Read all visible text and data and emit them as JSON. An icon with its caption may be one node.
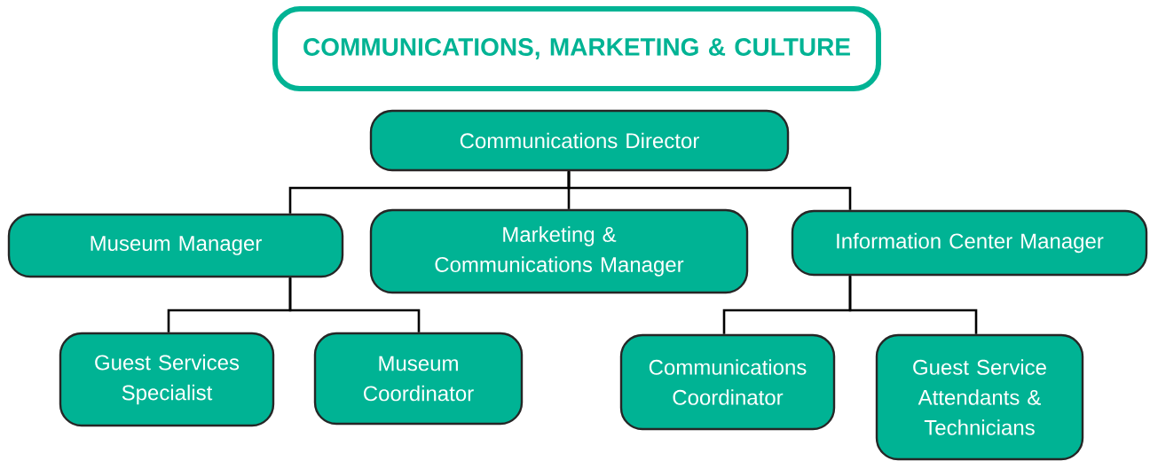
{
  "diagram": {
    "nodes": [
      {
        "text": [
          "COMMUNICATIONS, MARKETING & CULTURE"
        ]
      },
      {
        "text": [
          "Communications Director"
        ]
      },
      {
        "text": [
          "Museum Manager"
        ]
      },
      {
        "text": [
          "Marketing & Communications Manager"
        ]
      },
      {
        "text": [
          "Information Center Manager"
        ]
      },
      {
        "text": [
          "Guest Services Specialist"
        ]
      },
      {
        "text": [
          "Museum Coordinator"
        ]
      },
      {
        "text": [
          "Communications Coordinator"
        ]
      },
      {
        "text": [
          "Guest Service Attendants & Technicians"
        ]
      }
    ],
    "edges": [
      {
        "from": 1,
        "to": 2,
        "arrow": "none"
      },
      {
        "from": 1,
        "to": 3,
        "arrow": "none"
      },
      {
        "from": 1,
        "to": 4,
        "arrow": "none"
      },
      {
        "from": 2,
        "to": 5,
        "arrow": "none"
      },
      {
        "from": 2,
        "to": 6,
        "arrow": "none"
      },
      {
        "from": 4,
        "to": 7,
        "arrow": "none"
      },
      {
        "from": 4,
        "to": 8,
        "arrow": "none"
      }
    ]
  }
}
